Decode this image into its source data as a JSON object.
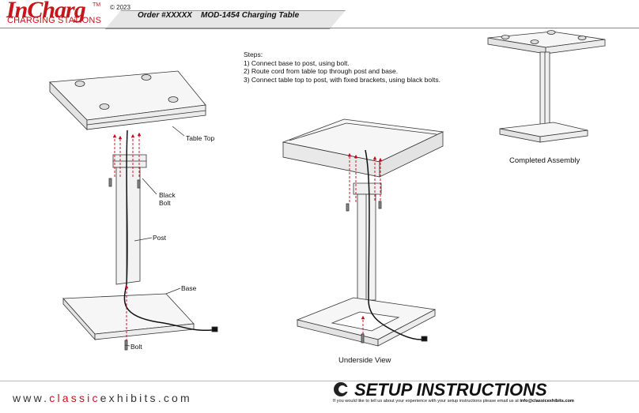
{
  "header": {
    "logo_in": "In",
    "logo_charg": "Charg",
    "logo_tm": "TM",
    "logo_sub": "CHARGING STATIONS",
    "copyright": "© 2023",
    "order": "Order #XXXXX    MOD-1454 Charging Table"
  },
  "steps": {
    "title": "Steps:",
    "items": [
      "1) Connect base to post, using bolt.",
      "2) Route cord from table top through post and base.",
      "3) Connect table top to post, with fixed brackets, using black bolts."
    ]
  },
  "labels": {
    "table_top": "Table Top",
    "black_bolt_1": "Black",
    "black_bolt_2": "Bolt",
    "post": "Post",
    "base": "Base",
    "bolt": "Bolt",
    "underside_view": "Underside View",
    "completed_assembly": "Completed Assembly"
  },
  "footer": {
    "url_prefix": "www.",
    "url_brand": "classic",
    "url_rest": "exhibits.com",
    "setup_title": "SETUP INSTRUCTIONS",
    "setup_note": "If you would like to tell us about your experience with your setup instructions please email us at",
    "setup_email": "info@classicexhibits.com"
  },
  "colors": {
    "brand_red": "#c4161c",
    "line_gray": "#333333",
    "arrow_red": "#d0021b"
  }
}
